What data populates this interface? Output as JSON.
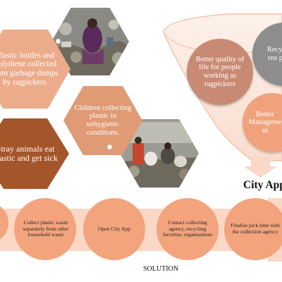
{
  "hexagons": {
    "plastic_bottles": "Plastic bottles and polythene collected from garbage dumps by ragpickers.",
    "children": "Children collecting plastic in unhygienic conditions.",
    "stray_animals": "Stray animals eat plastic and get sick"
  },
  "funnel": {
    "circle_1": "Better quality of life for people working as ragpickers",
    "circle_2": "Recycling reuse plastic",
    "circle_2_visible": "Recyc reu pl",
    "circle_3": "Better Manageme nt",
    "title": "City App"
  },
  "solution_steps": [
    "Collect plastic waste separately from other household waste",
    "Open City App",
    "Contact collecting agency, recycling factories, organisations",
    "Finalise pick time with the collection agency"
  ],
  "solution_label": "SOLUTION",
  "colors": {
    "hex_light": "#ecab8a",
    "hex_mid": "#e09a74",
    "hex_dark": "#a5552a",
    "funnel_fill": "#fbe6dc",
    "funnel_circle": "#c98a74",
    "funnel_circle_grey": "#8d8d8d",
    "funnel_circle_orange": "#f0a27c",
    "arrow_fill": "#fbd7c6",
    "step_circle": "#f3a47d"
  }
}
